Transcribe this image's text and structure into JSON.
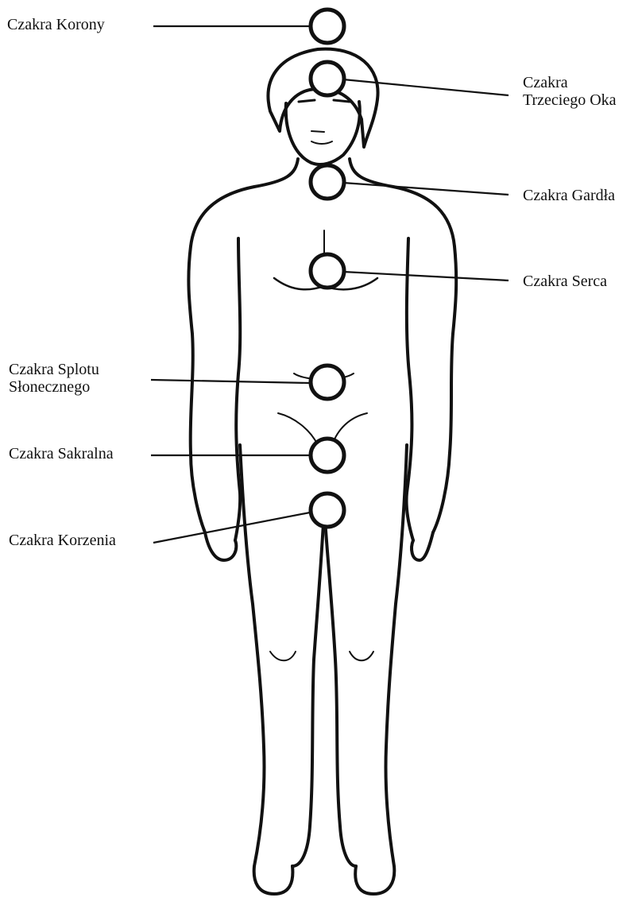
{
  "chakras": [
    {
      "lines": [
        "Czakra Korony"
      ]
    },
    {
      "lines": [
        "Czakra",
        "Trzeciego Oka"
      ]
    },
    {
      "lines": [
        "Czakra Gardła"
      ]
    },
    {
      "lines": [
        "Czakra Serca"
      ]
    },
    {
      "lines": [
        "Czakra Splotu",
        "Słonecznego"
      ]
    },
    {
      "lines": [
        "Czakra Sakralna"
      ]
    },
    {
      "lines": [
        "Czakra Korzenia"
      ]
    }
  ],
  "colors": {
    "ink": "#111111",
    "background": "#ffffff"
  }
}
